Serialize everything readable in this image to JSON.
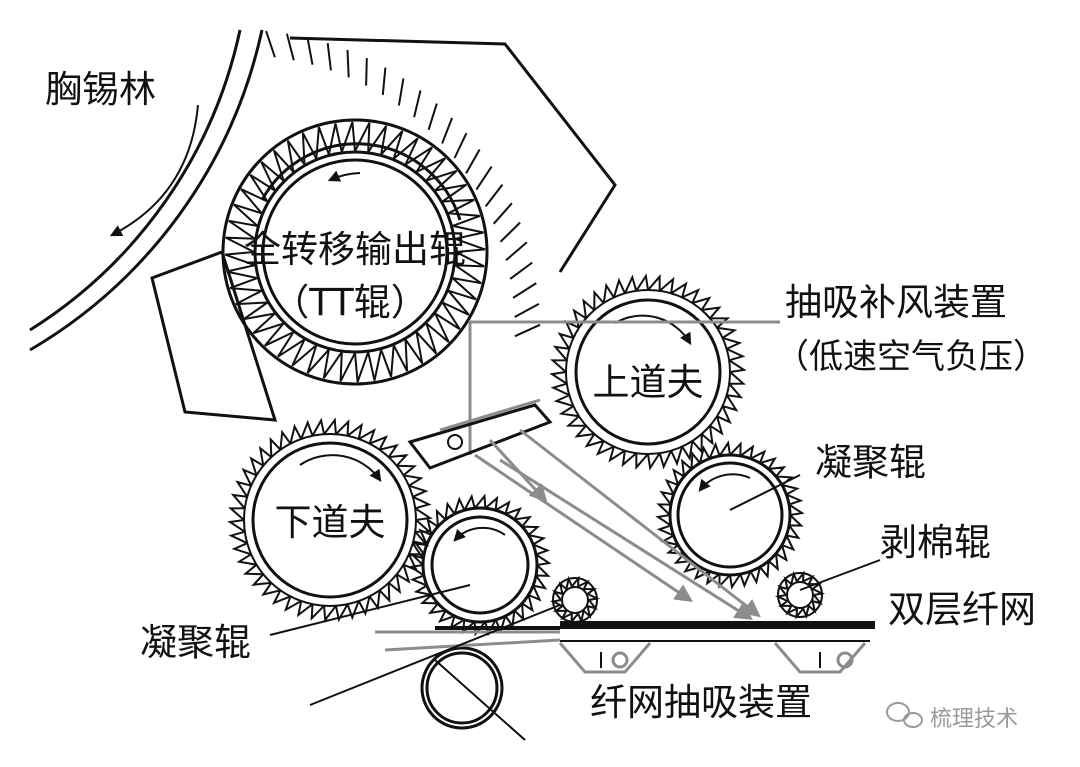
{
  "labels": {
    "cylinder": "胸锡林",
    "tt_roller_name": "全转移输出辊",
    "tt_roller_abbr": "（TT辊）",
    "suction_device": "抽吸补风装置",
    "suction_note": "（低速空气负压）",
    "upper_doffer": "上道夫",
    "upper_condenser": "凝聚辊",
    "lower_doffer": "下道夫",
    "stripper": "剥棉辊",
    "web": "双层纤网",
    "lower_condenser": "凝聚辊",
    "web_suction": "纤网抽吸装置"
  },
  "watermark": "梳理技术",
  "colors": {
    "line": "#111111",
    "airflow": "#8c8c8c",
    "watermark": "#9a9a9a"
  }
}
